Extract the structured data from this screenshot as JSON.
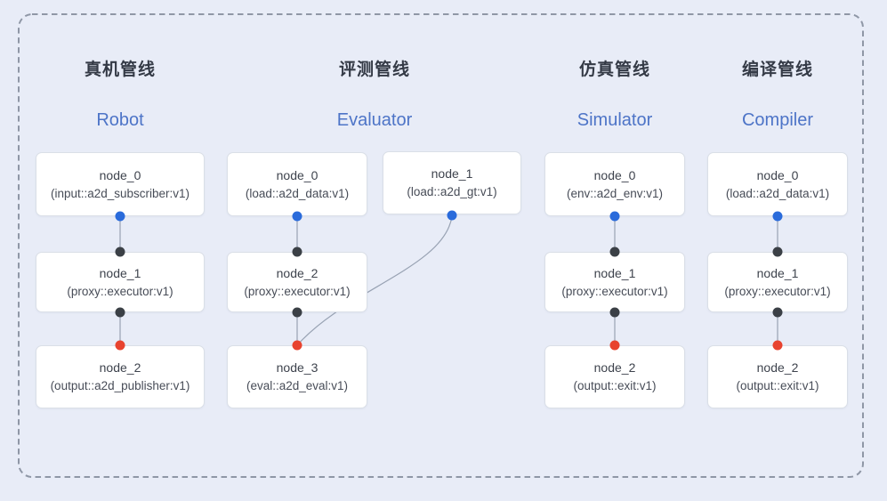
{
  "diagram": {
    "colors": {
      "background": "#e8ecf7",
      "dashed_border": "#8f97a6",
      "node_background": "#ffffff",
      "node_border": "#dadfe7",
      "edge_line": "#98a2b3",
      "port_source_blue": "#2a6bdb",
      "port_mid_dark": "#3b4046",
      "port_sink_red": "#e8432f",
      "title_cn_color": "#343a46",
      "title_en_color": "#4d74c7",
      "node_text_color": "#3e434d"
    },
    "pipelines": [
      {
        "title_cn": "真机管线",
        "title_en": "Robot",
        "nodes": [
          {
            "line1": "node_0",
            "line2": "(input::a2d_subscriber:v1)"
          },
          {
            "line1": "node_1",
            "line2": "(proxy::executor:v1)"
          },
          {
            "line1": "node_2",
            "line2": "(output::a2d_publisher:v1)"
          }
        ]
      },
      {
        "title_cn": "评测管线",
        "title_en": "Evaluator",
        "nodes": [
          {
            "line1": "node_0",
            "line2": "(load::a2d_data:v1)"
          },
          {
            "line1": "node_1",
            "line2": "(load::a2d_gt:v1)"
          },
          {
            "line1": "node_2",
            "line2": "(proxy::executor:v1)"
          },
          {
            "line1": "node_3",
            "line2": "(eval::a2d_eval:v1)"
          }
        ]
      },
      {
        "title_cn": "仿真管线",
        "title_en": "Simulator",
        "nodes": [
          {
            "line1": "node_0",
            "line2": "(env::a2d_env:v1)"
          },
          {
            "line1": "node_1",
            "line2": "(proxy::executor:v1)"
          },
          {
            "line1": "node_2",
            "line2": "(output::exit:v1)"
          }
        ]
      },
      {
        "title_cn": "编译管线",
        "title_en": "Compiler",
        "nodes": [
          {
            "line1": "node_0",
            "line2": "(load::a2d_data:v1)"
          },
          {
            "line1": "node_1",
            "line2": "(proxy::executor:v1)"
          },
          {
            "line1": "node_2",
            "line2": "(output::exit:v1)"
          }
        ]
      }
    ]
  }
}
